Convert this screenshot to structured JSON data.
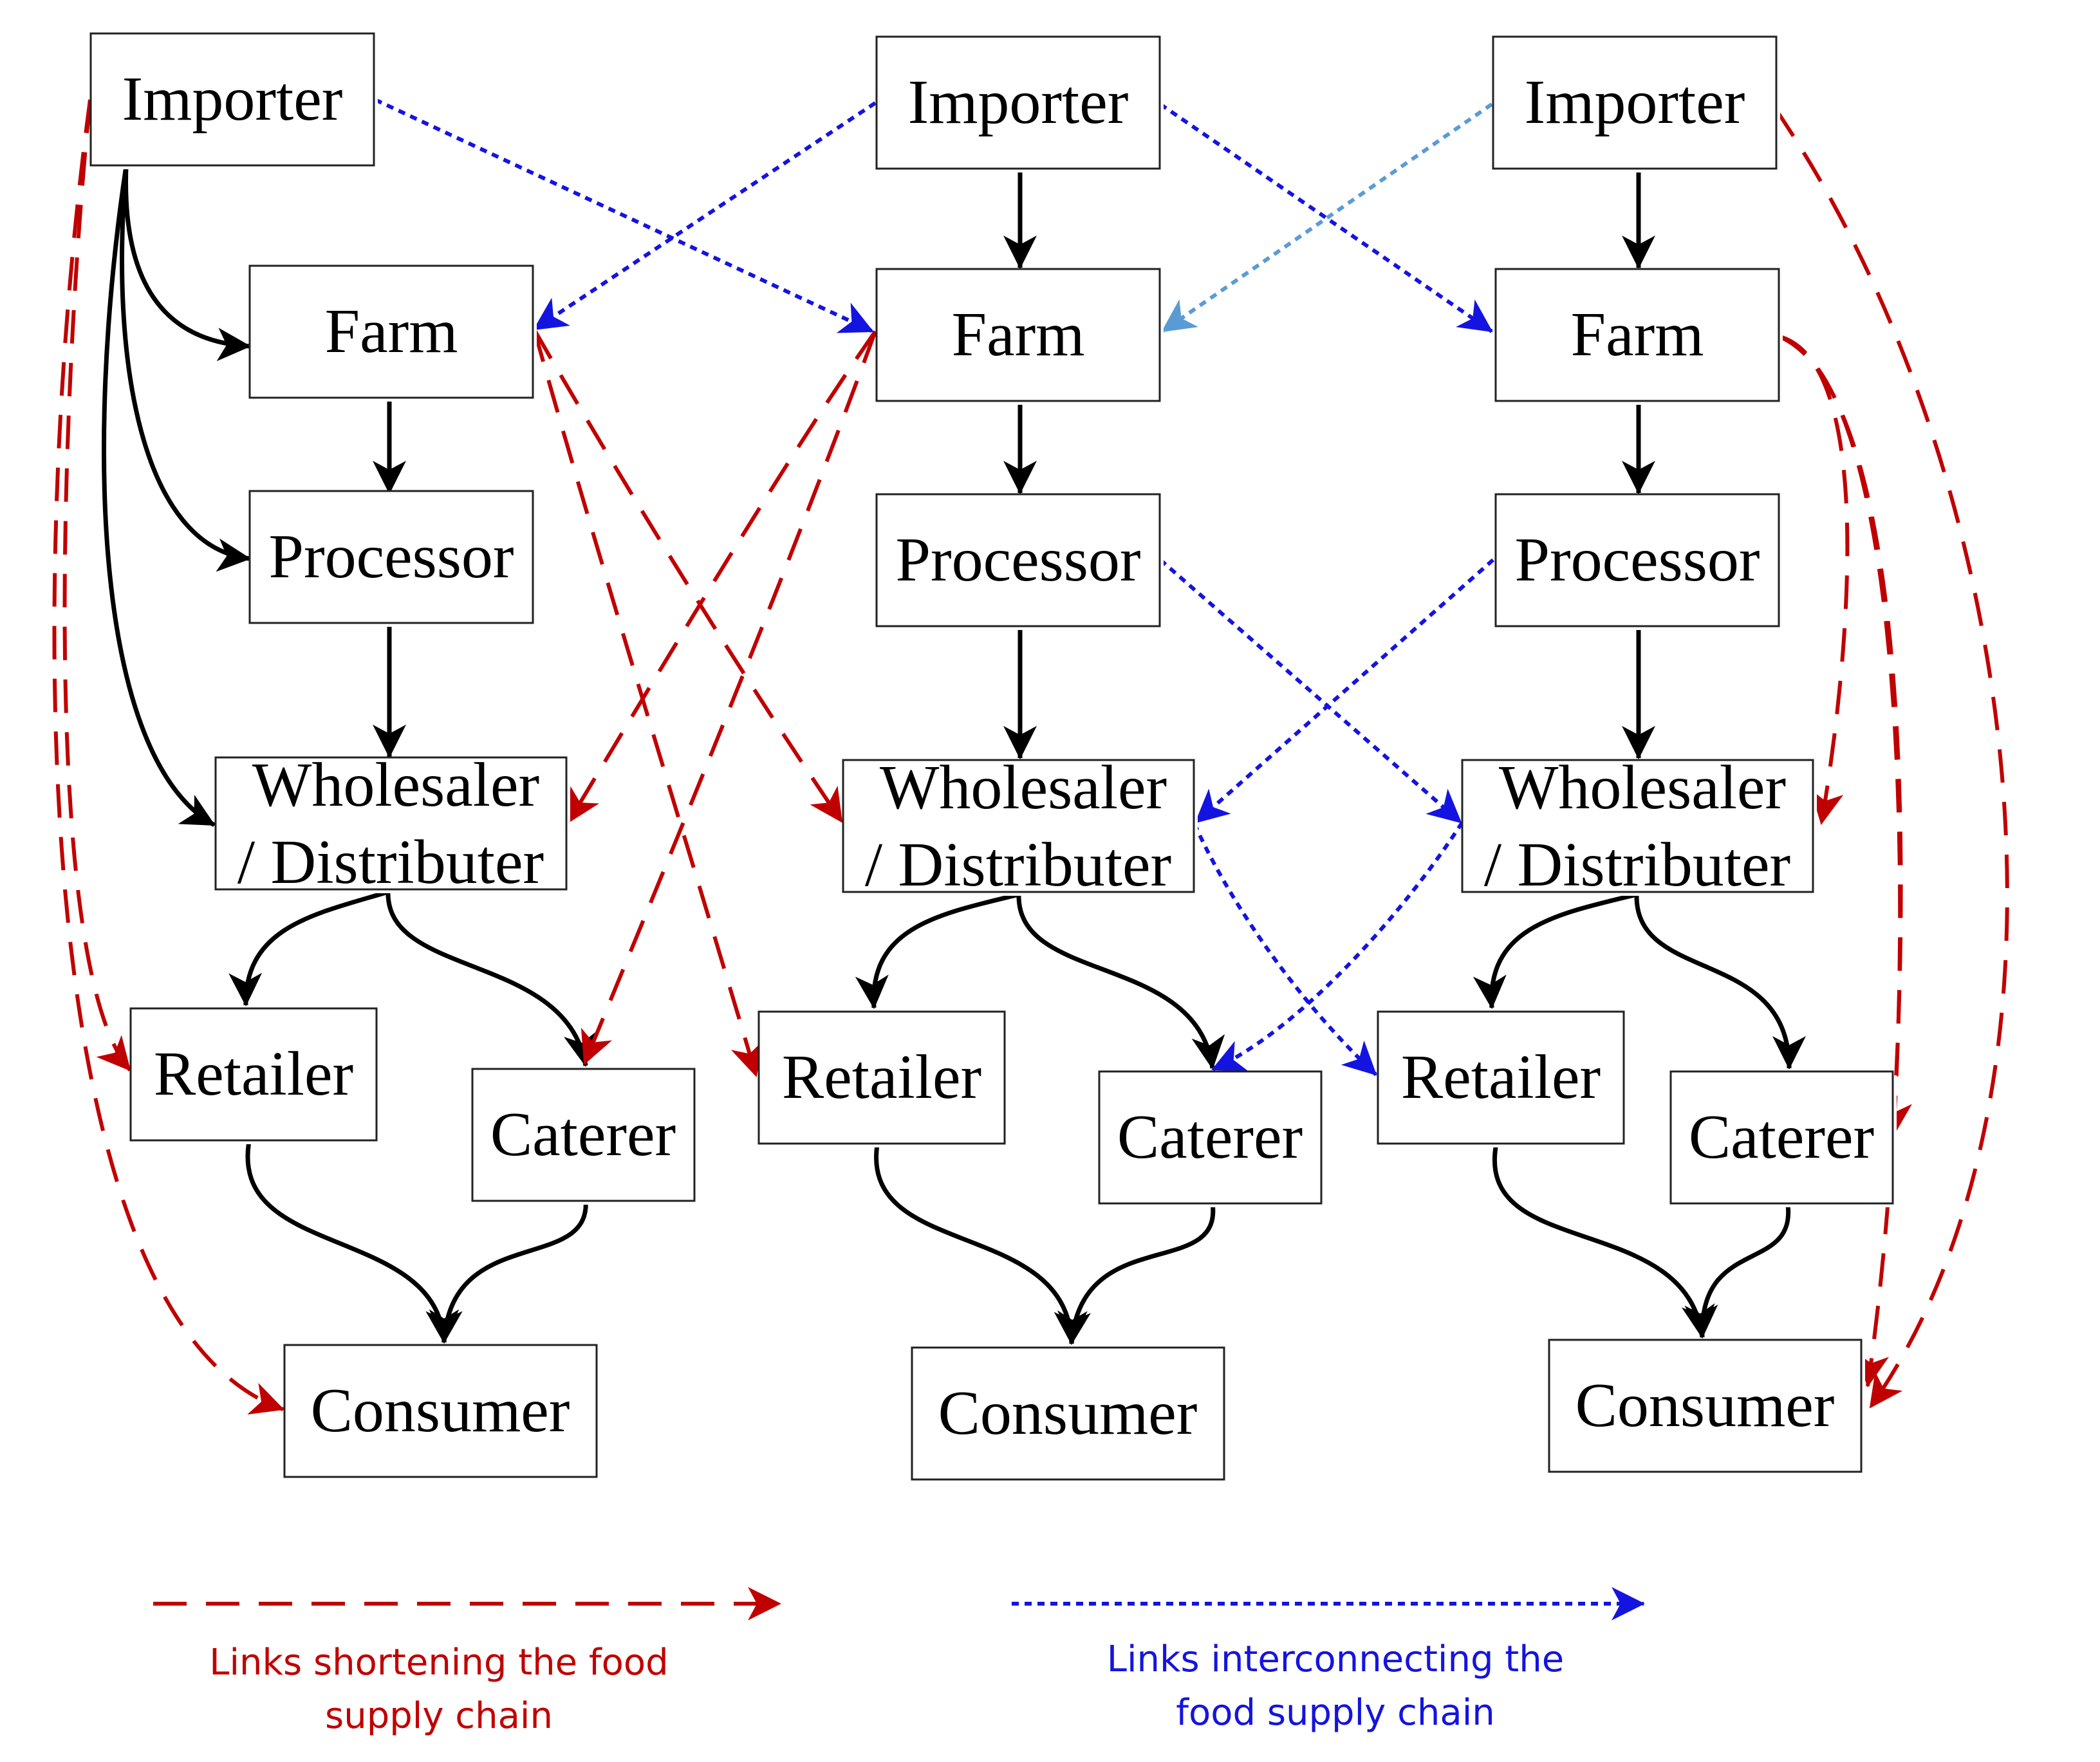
{
  "colors": {
    "solid": "#000000",
    "shortening": "#c00000",
    "interconnecting": "#1414e0",
    "interconnecting_light": "#5b9bd5",
    "box_border": "#222222"
  },
  "chains": [
    {
      "nodes": {
        "importer": "Importer",
        "farm": "Farm",
        "processor": "Processor",
        "wholesaler_line1": "Wholesaler",
        "wholesaler_line2": "/ Distributer",
        "retailer": "Retailer",
        "caterer": "Caterer",
        "consumer": "Consumer"
      }
    },
    {
      "nodes": {
        "importer": "Importer",
        "farm": "Farm",
        "processor": "Processor",
        "wholesaler_line1": "Wholesaler",
        "wholesaler_line2": "/ Distributer",
        "retailer": "Retailer",
        "caterer": "Caterer",
        "consumer": "Consumer"
      }
    },
    {
      "nodes": {
        "importer": "Importer",
        "farm": "Farm",
        "processor": "Processor",
        "wholesaler_line1": "Wholesaler",
        "wholesaler_line2": "/ Distributer",
        "retailer": "Retailer",
        "caterer": "Caterer",
        "consumer": "Consumer"
      }
    }
  ],
  "legend": {
    "shortening_line1": "Links shortening the food",
    "shortening_line2": "supply chain",
    "interconnecting_line1": "Links interconnecting  the",
    "interconnecting_line2": "food supply chain"
  }
}
